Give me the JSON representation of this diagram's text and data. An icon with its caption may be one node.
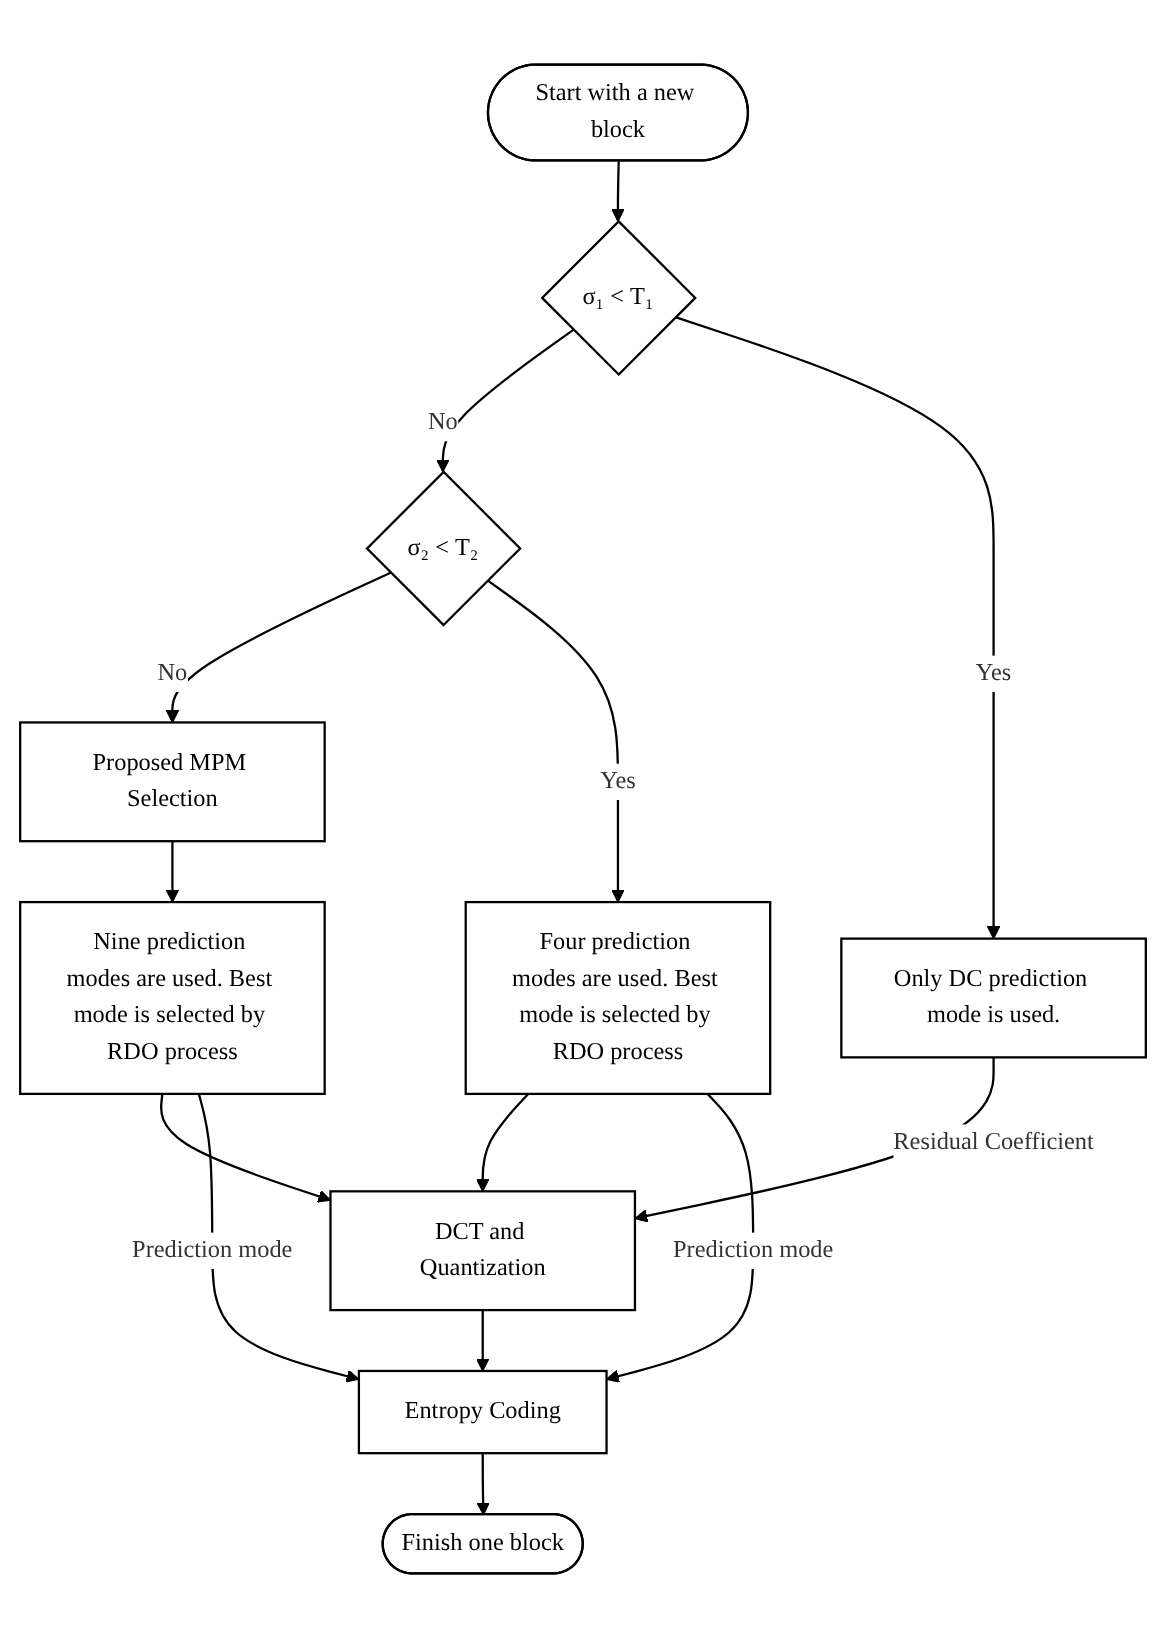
{
  "diagram": {
    "nodes": [
      {
        "text": [
          "Start with a new block"
        ]
      },
      {
        "text": [
          "σ₁ < T₁"
        ]
      },
      {
        "text": [
          "σ₂ < T₂"
        ]
      },
      {
        "text": [
          "Proposed MPM Selection"
        ]
      },
      {
        "text": [
          "Only DC prediction mode is used."
        ]
      },
      {
        "text": [
          "Four prediction modes are used. Best mode is selected by RDO process"
        ]
      },
      {
        "text": [
          "Nine prediction modes are used. Best mode is selected by RDO process"
        ]
      },
      {
        "text": [
          "DCT and Quantization"
        ]
      },
      {
        "text": [
          "Entropy Coding"
        ]
      },
      {
        "text": [
          "Finish one block"
        ]
      }
    ],
    "edges": [
      {
        "from": 0,
        "to": 1,
        "arrow": "to"
      },
      {
        "from": 1,
        "to": 2,
        "arrow": "to",
        "label": "No"
      },
      {
        "from": 2,
        "to": 3,
        "arrow": "to",
        "label": "No"
      },
      {
        "from": 1,
        "to": 4,
        "arrow": "to",
        "label": "Yes"
      },
      {
        "from": 2,
        "to": 5,
        "arrow": "to",
        "label": "Yes"
      },
      {
        "from": 3,
        "to": 6,
        "arrow": "to"
      },
      {
        "from": 4,
        "to": 7,
        "arrow": "to",
        "label": "Residual Coefficient"
      },
      {
        "from": 5,
        "to": 7,
        "arrow": "to"
      },
      {
        "from": 6,
        "to": 7,
        "arrow": "to"
      },
      {
        "from": 5,
        "to": 8,
        "arrow": "to",
        "label": "Prediction mode"
      },
      {
        "from": 6,
        "to": 8,
        "arrow": "to",
        "label": "Prediction mode"
      },
      {
        "from": 7,
        "to": 8,
        "arrow": "to"
      },
      {
        "from": 8,
        "to": 9,
        "arrow": "to"
      }
    ]
  }
}
